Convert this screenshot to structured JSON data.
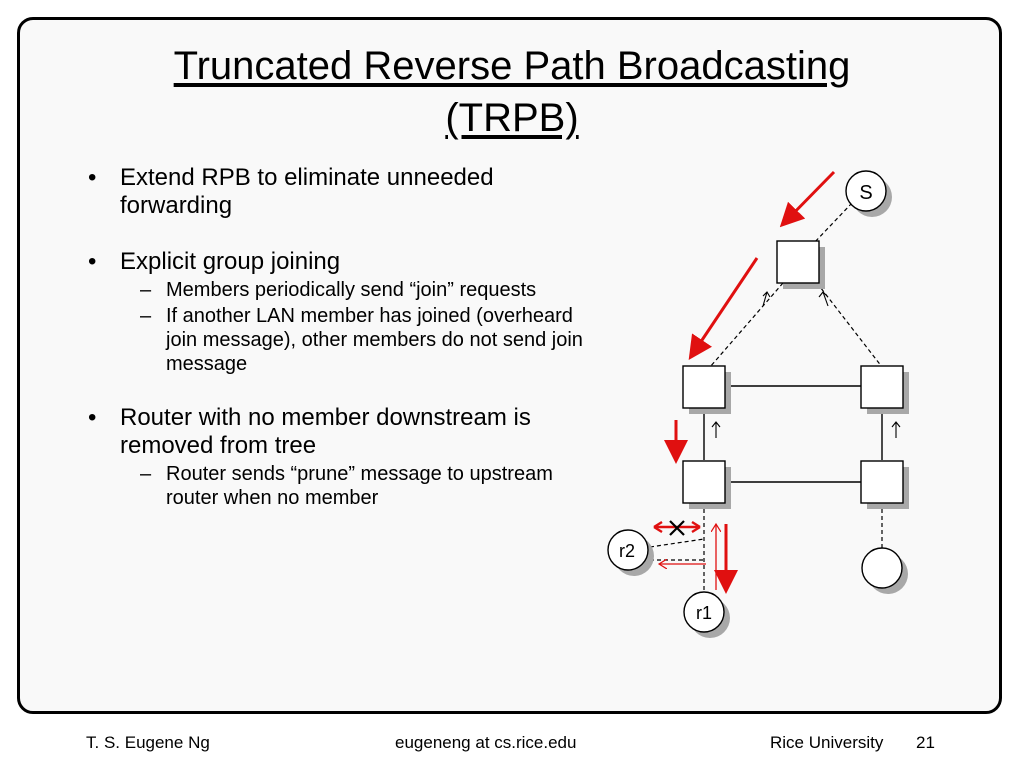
{
  "slide": {
    "title_line1": "Truncated Reverse Path Broadcasting",
    "title_line2": "(TRPB)",
    "bullets": [
      {
        "text": "Extend RPB to eliminate unneeded forwarding",
        "subs": []
      },
      {
        "text": "Explicit group joining",
        "subs": [
          "Members periodically send “join” requests",
          "If another LAN member has joined (overheard join message), other members do not send join message"
        ]
      },
      {
        "text": "Router with no member downstream is removed from tree",
        "subs": [
          "Router sends “prune” message to upstream router when no member"
        ]
      }
    ]
  },
  "diagram": {
    "source_label": "S",
    "receiver_labels": [
      "r2",
      "r1"
    ],
    "colors": {
      "arrow": "#e01010",
      "node_fill": "#ffffff",
      "shadow": "#a8a8a8"
    }
  },
  "footer": {
    "author": "T. S. Eugene Ng",
    "email": "eugeneng at cs.rice.edu",
    "institution": "Rice University",
    "page": "21"
  }
}
